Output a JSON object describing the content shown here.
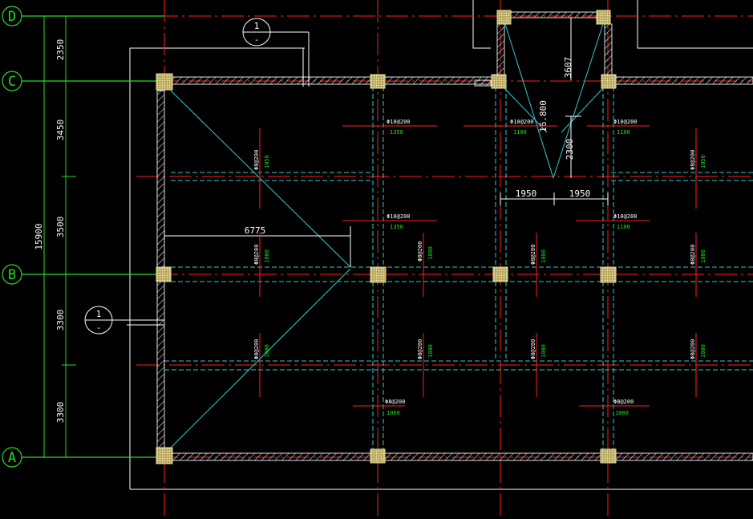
{
  "colors": {
    "background": "#000000",
    "axis_line": "#ff2020",
    "grid_bubble": "#22dd22",
    "wall": "#e0e0e0",
    "beam": "#33cccc",
    "column": "#e8e0a0",
    "dimension": "#ffffff",
    "rebar_label": "#ffffff",
    "rebar_length": "#22dd22"
  },
  "grid_labels": {
    "d": "D",
    "c": "C",
    "b": "B",
    "a": "A"
  },
  "dimensions": {
    "total": "15900",
    "dc": "2350",
    "cb1": "3450",
    "cb2": "3500",
    "ba1": "3300",
    "ba2": "3300",
    "span_6775": "6775",
    "stair_left": "1950",
    "stair_right": "1950",
    "stair_3607": "3607",
    "stair_2300": "2300",
    "elevation": "16.800"
  },
  "section_marks": {
    "top": {
      "number": "1",
      "sheet": "-"
    },
    "left": {
      "number": "1",
      "sheet": "-"
    }
  },
  "rebar": {
    "h_c_1": {
      "spec": "Φ10@200",
      "len": "1350"
    },
    "h_c_2": {
      "spec": "Φ10@200",
      "len": "1100"
    },
    "h_c_3": {
      "spec": "Φ10@200",
      "len": "1100"
    },
    "v_1": {
      "spec": "Φ8@200",
      "len": "1050"
    },
    "v_2": {
      "spec": "Φ8@200",
      "len": "1050"
    },
    "h_m_1": {
      "spec": "Φ10@200",
      "len": "1350"
    },
    "h_m_2": {
      "spec": "Φ10@200",
      "len": "1100"
    },
    "b_1": {
      "spec": "Φ8@200",
      "len": "1000"
    },
    "b_2": {
      "spec": "Φ8@200",
      "len": "1000"
    },
    "b_3": {
      "spec": "Φ8@200",
      "len": "1000"
    },
    "b_4": {
      "spec": "Φ8@200",
      "len": "1000"
    },
    "l_1": {
      "spec": "Φ8@200",
      "len": "1000"
    },
    "l_2": {
      "spec": "Φ8@200",
      "len": "1000"
    },
    "l_3": {
      "spec": "Φ8@200",
      "len": "1000"
    },
    "l_4": {
      "spec": "Φ8@200",
      "len": "1000"
    },
    "a_1": {
      "spec": "Φ8@200",
      "len": "1000"
    },
    "a_2": {
      "spec": "Φ8@200",
      "len": "1000"
    }
  }
}
